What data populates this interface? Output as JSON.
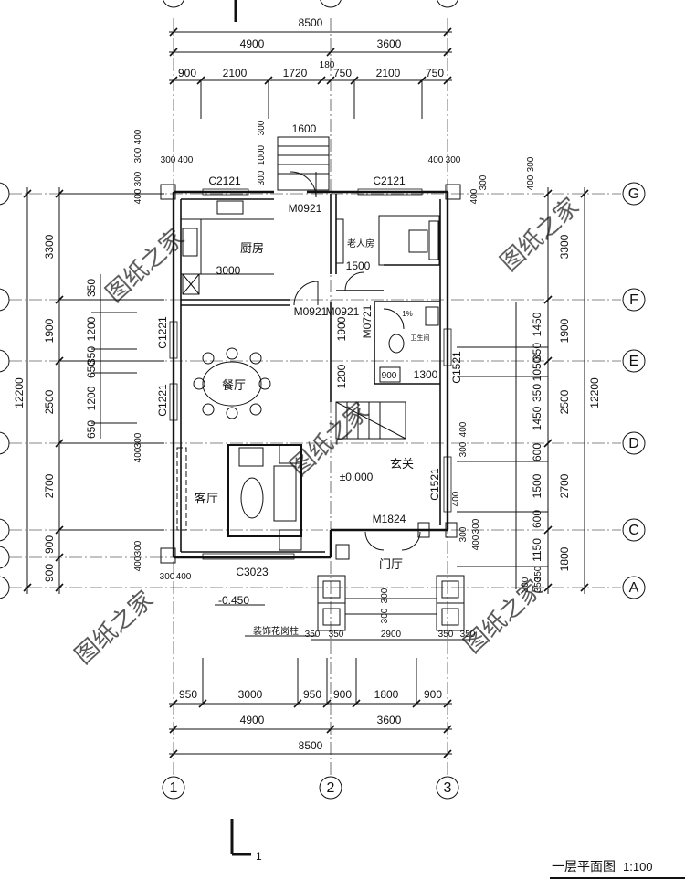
{
  "drawing": {
    "title": "一层平面图",
    "scale": "1:100",
    "section_mark": "1",
    "floor_level": "±0.000",
    "outside_level": "-0.450",
    "decor_column_note": "装饰花岗柱"
  },
  "grid_columns": [
    "1",
    "2",
    "3"
  ],
  "grid_rows": [
    "G",
    "F",
    "E",
    "D",
    "C",
    "A"
  ],
  "dims_top": {
    "overall": "8500",
    "left_bay": "4900",
    "right_bay": "3600",
    "small": "180",
    "segments": [
      "900",
      "2100",
      "1720",
      "750",
      "2100",
      "750"
    ],
    "stair_width": "1600",
    "stair_a": "300",
    "stair_b": "1000",
    "stair_c": "300",
    "corner_l1": "300",
    "corner_l2": "400",
    "corner_r1": "400",
    "corner_r2": "300",
    "corner_v1": "300",
    "corner_v2": "400",
    "corner_v3": "400",
    "corner_v4": "300"
  },
  "dims_bottom": {
    "overall": "8500",
    "left_bay": "4900",
    "right_bay": "3600",
    "segments": [
      "950",
      "3000",
      "950",
      "900",
      "1800",
      "900"
    ],
    "porch": [
      "350",
      "350",
      "2900",
      "350",
      "350"
    ],
    "corner_l1": "300",
    "corner_l2": "400",
    "step_a": "300",
    "step_b": "300"
  },
  "dims_left": {
    "overall": "12200",
    "bays": [
      "3300",
      "1900",
      "2500",
      "2700",
      "900",
      "900"
    ],
    "inner": [
      "350",
      "1200",
      "350",
      "650",
      "1200",
      "650"
    ],
    "corner": [
      "300",
      "400",
      "300",
      "400",
      "300",
      "400"
    ]
  },
  "dims_right": {
    "overall": "12200",
    "bays": [
      "3300",
      "1900",
      "2500",
      "2700",
      "1800"
    ],
    "inner": [
      "1450",
      "350",
      "1050",
      "350",
      "1450",
      "600",
      "1500",
      "600",
      "1150",
      "350",
      "350"
    ],
    "corner": [
      "400",
      "300",
      "400",
      "300",
      "300",
      "400",
      "300"
    ],
    "top_corner": [
      "400",
      "300"
    ]
  },
  "rooms": {
    "kitchen": "厨房",
    "elder": "老人房",
    "dining": "餐厅",
    "living": "客厅",
    "foyer": "玄关",
    "gate": "门厅",
    "bath_label": "卫生间",
    "bath_small": "1%"
  },
  "doors": {
    "m0921_kitchen": "M0921",
    "m0921_a": "M0921",
    "m0921_b": "M0921",
    "m0721": "M0721",
    "m1824": "M1824"
  },
  "windows": {
    "c2121_left": "C2121",
    "c2121_right": "C2121",
    "c1221_a": "C1221",
    "c1221_b": "C1221",
    "c1521_a": "C1521",
    "c1521_b": "C1521",
    "c3023": "C3023"
  },
  "inner_dims": {
    "kitchen_3000": "3000",
    "elder_1500": "1500",
    "bath_1900": "1900",
    "bath_1200": "1200",
    "bath_1300": "1300",
    "bath_900": "900"
  },
  "watermark": "图纸之家"
}
